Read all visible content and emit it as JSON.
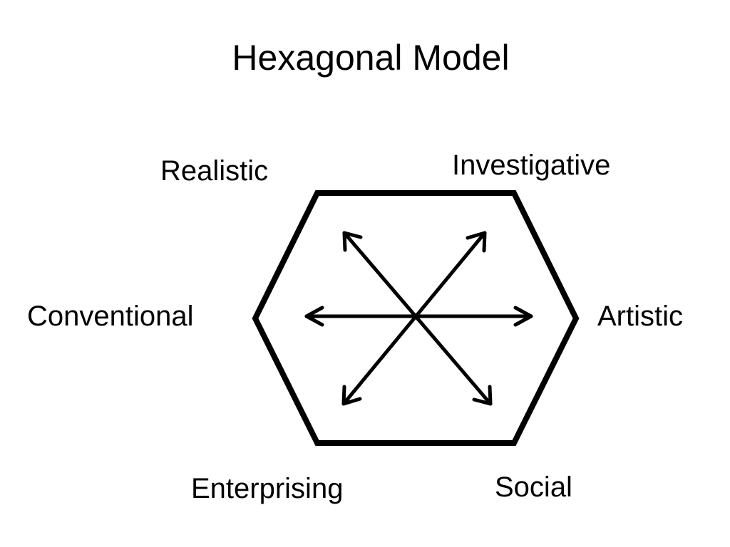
{
  "title": "Hexagonal Model",
  "types": {
    "realistic": "Realistic",
    "investigative": "Investigative",
    "conventional": "Conventional",
    "artistic": "Artistic",
    "enterprising": "Enterprising",
    "social": "Social"
  },
  "colors": {
    "stroke": "#000000",
    "background": "#ffffff"
  }
}
